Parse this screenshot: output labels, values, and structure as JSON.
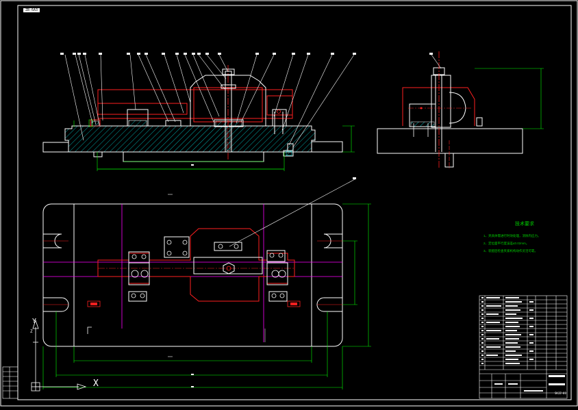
{
  "drawing": {
    "code_tag": "ZB-6A3",
    "drawing_number": "SKJZ-01",
    "line_colors": {
      "outline": "#ffffff",
      "section": "#ff2020",
      "centerline": "#ff00ff",
      "dimension": "#00ff00",
      "hatch": "#00d8d8",
      "leader": "#ffffff"
    }
  },
  "technical_requirements": {
    "title": "技术要求",
    "notes": [
      "1、夹具体需进行时效处理，消除内应力。",
      "2、定位面平行度误差≤0.02mm。",
      "3、装配后检查夹紧机构动作灵活可靠。"
    ]
  },
  "axis_symbols": {
    "x": "X",
    "y": "Y",
    "z": "Z"
  },
  "icons": {
    "coordinate_frame": "ucs-axis-icon",
    "leader_dot": "leader-balloon-icon"
  }
}
